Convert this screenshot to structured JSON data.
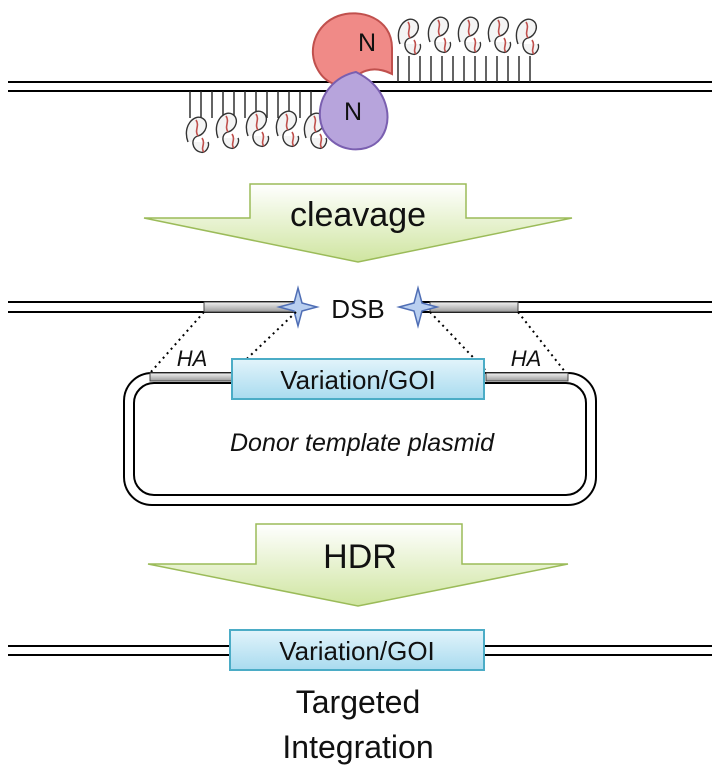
{
  "nuclease": {
    "top_label": "N",
    "bottom_label": "N"
  },
  "arrows": {
    "first_label": "cleavage",
    "second_label": "HDR"
  },
  "break": {
    "label": "DSB"
  },
  "plasmid": {
    "left_arm_label": "HA",
    "right_arm_label": "HA",
    "insert_label": "Variation/GOI",
    "name": "Donor template plasmid"
  },
  "result": {
    "insert_label": "Variation/GOI",
    "caption_line1": "Targeted",
    "caption_line2": "Integration"
  },
  "colors": {
    "nuclease_top_fill": "#f08a87",
    "nuclease_top_stroke": "#c0504d",
    "nuclease_bottom_fill": "#b7a4dc",
    "nuclease_bottom_stroke": "#7a5fb0",
    "arrow_fill": "#cfe5a0",
    "arrow_stroke": "#9bbb59",
    "insert_fill": "#bfe3f3",
    "insert_stroke": "#4bacc6",
    "star_fill": "#b9cff0",
    "star_stroke": "#4f6eb5"
  }
}
